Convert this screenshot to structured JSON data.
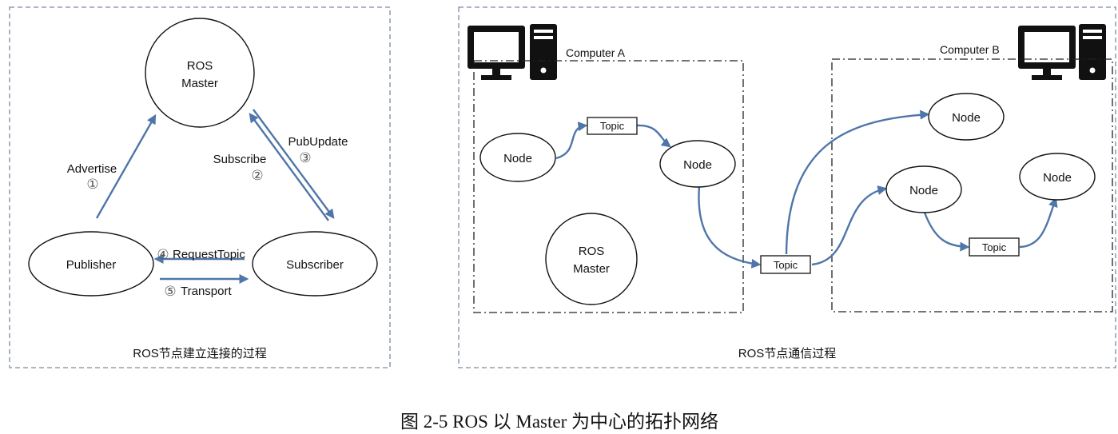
{
  "left_panel": {
    "master": {
      "line1": "ROS",
      "line2": "Master"
    },
    "publisher": "Publisher",
    "subscriber": "Subscriber",
    "advertise": {
      "label": "Advertise",
      "num": "①"
    },
    "subscribe": {
      "label": "Subscribe",
      "num": "②"
    },
    "pubupdate": {
      "label": "PubUpdate",
      "num": "③"
    },
    "request": {
      "num": "④",
      "label": "RequestTopic"
    },
    "transport": {
      "num": "⑤",
      "label": "Transport"
    },
    "caption": "ROS节点建立连接的过程"
  },
  "right_panel": {
    "computer_a": "Computer A",
    "computer_b": "Computer B",
    "node_label": "Node",
    "topic_label": "Topic",
    "master": {
      "line1": "ROS",
      "line2": "Master"
    },
    "caption": "ROS节点通信过程"
  },
  "figure_caption": "图 2-5 ROS 以 Master 为中心的拓扑网络",
  "colors": {
    "arrow": "#4f76a8",
    "frame": "#7a8ba2",
    "ink": "#111111"
  }
}
